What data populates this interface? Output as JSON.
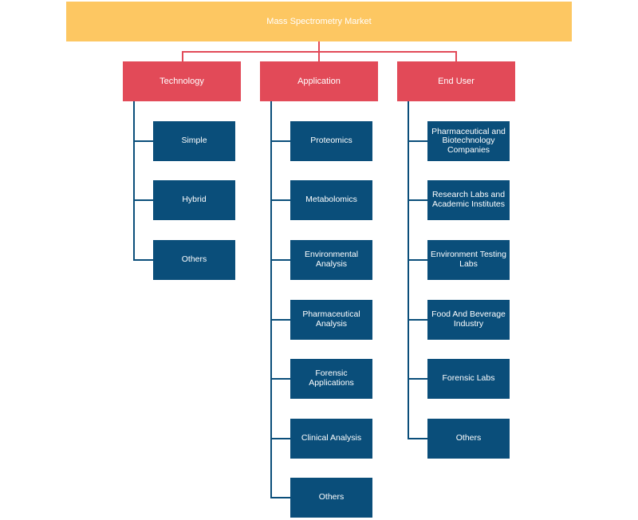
{
  "diagram": {
    "root": {
      "label": "Mass Spectrometry Market"
    },
    "categories": [
      {
        "label": "Technology",
        "items": [
          "Simple",
          "Hybrid",
          "Others"
        ]
      },
      {
        "label": "Application",
        "items": [
          "Proteomics",
          "Metabolomics",
          "Environmental Analysis",
          "Pharmaceutical Analysis",
          "Forensic Applications",
          "Clinical Analysis",
          "Others"
        ]
      },
      {
        "label": "End User",
        "items": [
          "Pharmaceutical and Biotechnology Companies",
          "Research Labs and Academic Institutes",
          "Environment Testing Labs",
          "Food And Beverage Industry",
          "Forensic Labs",
          "Others"
        ]
      }
    ]
  },
  "colors": {
    "root_fill": "#fdc762",
    "category_fill": "#e24a58",
    "leaf_fill": "#0a4e7a",
    "text": "#ffffff"
  }
}
